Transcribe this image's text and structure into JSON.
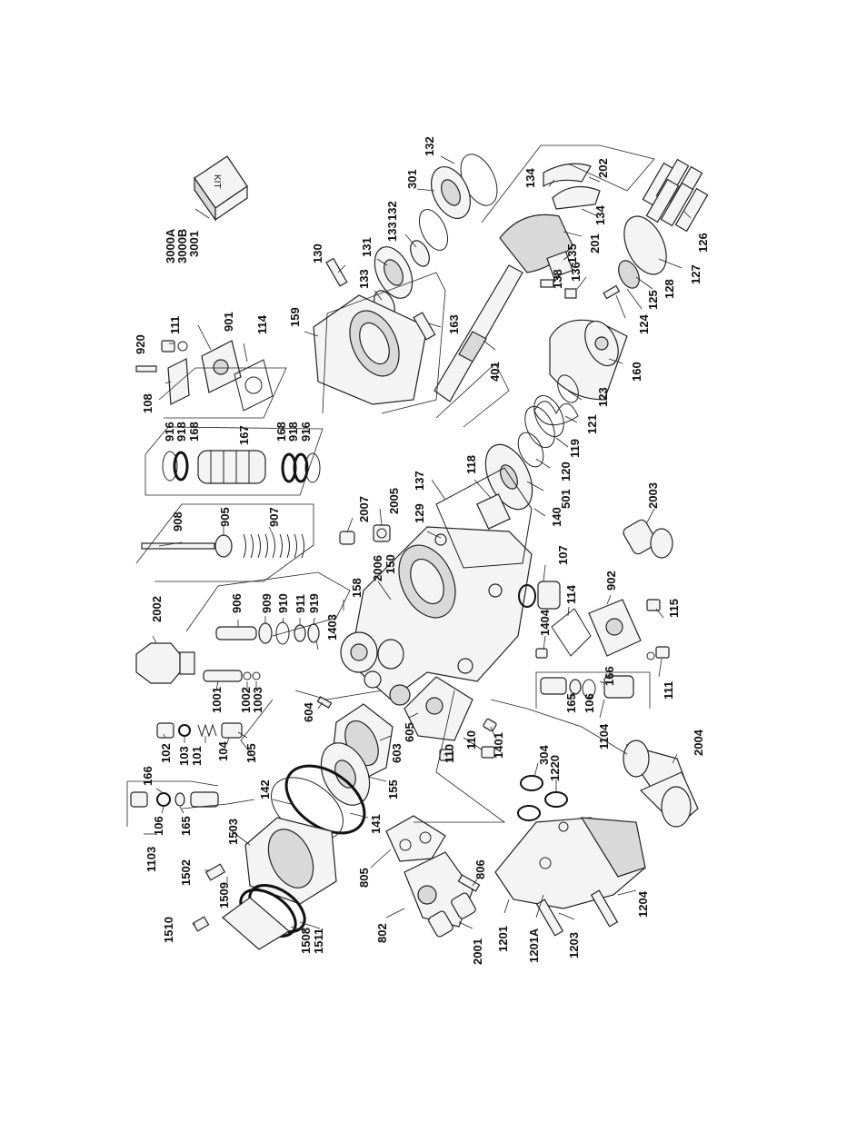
{
  "kit_label": "KIT",
  "labels": [
    {
      "id": "l3000a",
      "text": "3000A"
    },
    {
      "id": "l3000b",
      "text": "3000B"
    },
    {
      "id": "l3001",
      "text": "3001"
    },
    {
      "id": "l132a",
      "text": "132"
    },
    {
      "id": "l301",
      "text": "301"
    },
    {
      "id": "l132b",
      "text": "132"
    },
    {
      "id": "l134a",
      "text": "134"
    },
    {
      "id": "l202",
      "text": "202"
    },
    {
      "id": "l134b",
      "text": "134"
    },
    {
      "id": "l201",
      "text": "201"
    },
    {
      "id": "l133a",
      "text": "133"
    },
    {
      "id": "l131",
      "text": "131"
    },
    {
      "id": "l130",
      "text": "130"
    },
    {
      "id": "l133b",
      "text": "133"
    },
    {
      "id": "l159",
      "text": "159"
    },
    {
      "id": "l163",
      "text": "163"
    },
    {
      "id": "l135",
      "text": "135"
    },
    {
      "id": "l138",
      "text": "138"
    },
    {
      "id": "l136",
      "text": "136"
    },
    {
      "id": "l126",
      "text": "126"
    },
    {
      "id": "l127",
      "text": "127"
    },
    {
      "id": "l128",
      "text": "128"
    },
    {
      "id": "l125",
      "text": "125"
    },
    {
      "id": "l124",
      "text": "124"
    },
    {
      "id": "l401",
      "text": "401"
    },
    {
      "id": "l160",
      "text": "160"
    },
    {
      "id": "l920",
      "text": "920"
    },
    {
      "id": "l111a",
      "text": "111"
    },
    {
      "id": "l901",
      "text": "901"
    },
    {
      "id": "l114a",
      "text": "114"
    },
    {
      "id": "l108",
      "text": "108"
    },
    {
      "id": "l123",
      "text": "123"
    },
    {
      "id": "l916a",
      "text": "916"
    },
    {
      "id": "l918a",
      "text": "918"
    },
    {
      "id": "l168a",
      "text": "168"
    },
    {
      "id": "l167",
      "text": "167"
    },
    {
      "id": "l168b",
      "text": "168"
    },
    {
      "id": "l918b",
      "text": "918"
    },
    {
      "id": "l916b",
      "text": "916"
    },
    {
      "id": "l121",
      "text": "121"
    },
    {
      "id": "l119",
      "text": "119"
    },
    {
      "id": "l118",
      "text": "118"
    },
    {
      "id": "l137",
      "text": "137"
    },
    {
      "id": "l120",
      "text": "120"
    },
    {
      "id": "l501",
      "text": "501"
    },
    {
      "id": "l140",
      "text": "140"
    },
    {
      "id": "l908",
      "text": "908"
    },
    {
      "id": "l905",
      "text": "905"
    },
    {
      "id": "l907",
      "text": "907"
    },
    {
      "id": "l2007",
      "text": "2007"
    },
    {
      "id": "l2005",
      "text": "2005"
    },
    {
      "id": "l129",
      "text": "129"
    },
    {
      "id": "l2003",
      "text": "2003"
    },
    {
      "id": "l2006",
      "text": "2006"
    },
    {
      "id": "l150",
      "text": "150"
    },
    {
      "id": "l107",
      "text": "107"
    },
    {
      "id": "l2002",
      "text": "2002"
    },
    {
      "id": "l906",
      "text": "906"
    },
    {
      "id": "l909",
      "text": "909"
    },
    {
      "id": "l910",
      "text": "910"
    },
    {
      "id": "l911",
      "text": "911"
    },
    {
      "id": "l919",
      "text": "919"
    },
    {
      "id": "l158",
      "text": "158"
    },
    {
      "id": "l1403",
      "text": "1403"
    },
    {
      "id": "l114b",
      "text": "114"
    },
    {
      "id": "l902",
      "text": "902"
    },
    {
      "id": "l1404",
      "text": "1404"
    },
    {
      "id": "l115",
      "text": "115"
    },
    {
      "id": "l1001",
      "text": "1001"
    },
    {
      "id": "l1002",
      "text": "1002"
    },
    {
      "id": "l1003",
      "text": "1003"
    },
    {
      "id": "l166a",
      "text": "166"
    },
    {
      "id": "l165a",
      "text": "165"
    },
    {
      "id": "l106a",
      "text": "106"
    },
    {
      "id": "l111b",
      "text": "111"
    },
    {
      "id": "l604",
      "text": "604"
    },
    {
      "id": "l102",
      "text": "102"
    },
    {
      "id": "l103",
      "text": "103"
    },
    {
      "id": "l101",
      "text": "101"
    },
    {
      "id": "l104",
      "text": "104"
    },
    {
      "id": "l105",
      "text": "105"
    },
    {
      "id": "l603",
      "text": "603"
    },
    {
      "id": "l605",
      "text": "605"
    },
    {
      "id": "l110a",
      "text": "110"
    },
    {
      "id": "l110b",
      "text": "110"
    },
    {
      "id": "l1401",
      "text": "1401"
    },
    {
      "id": "l1104",
      "text": "1104"
    },
    {
      "id": "l304",
      "text": "304"
    },
    {
      "id": "l1220",
      "text": "1220"
    },
    {
      "id": "l2004",
      "text": "2004"
    },
    {
      "id": "l166b",
      "text": "166"
    },
    {
      "id": "l106b",
      "text": "106"
    },
    {
      "id": "l165b",
      "text": "165"
    },
    {
      "id": "l142",
      "text": "142"
    },
    {
      "id": "l155",
      "text": "155"
    },
    {
      "id": "l141",
      "text": "141"
    },
    {
      "id": "l1103",
      "text": "1103"
    },
    {
      "id": "l1503",
      "text": "1503"
    },
    {
      "id": "l1502",
      "text": "1502"
    },
    {
      "id": "l1509",
      "text": "1509"
    },
    {
      "id": "l805",
      "text": "805"
    },
    {
      "id": "l806",
      "text": "806"
    },
    {
      "id": "l1510",
      "text": "1510"
    },
    {
      "id": "l1508",
      "text": "1508"
    },
    {
      "id": "l1511",
      "text": "1511"
    },
    {
      "id": "l802",
      "text": "802"
    },
    {
      "id": "l2001",
      "text": "2001"
    },
    {
      "id": "l1201",
      "text": "1201"
    },
    {
      "id": "l1201a",
      "text": "1201A"
    },
    {
      "id": "l1203",
      "text": "1203"
    },
    {
      "id": "l1204",
      "text": "1204"
    }
  ]
}
